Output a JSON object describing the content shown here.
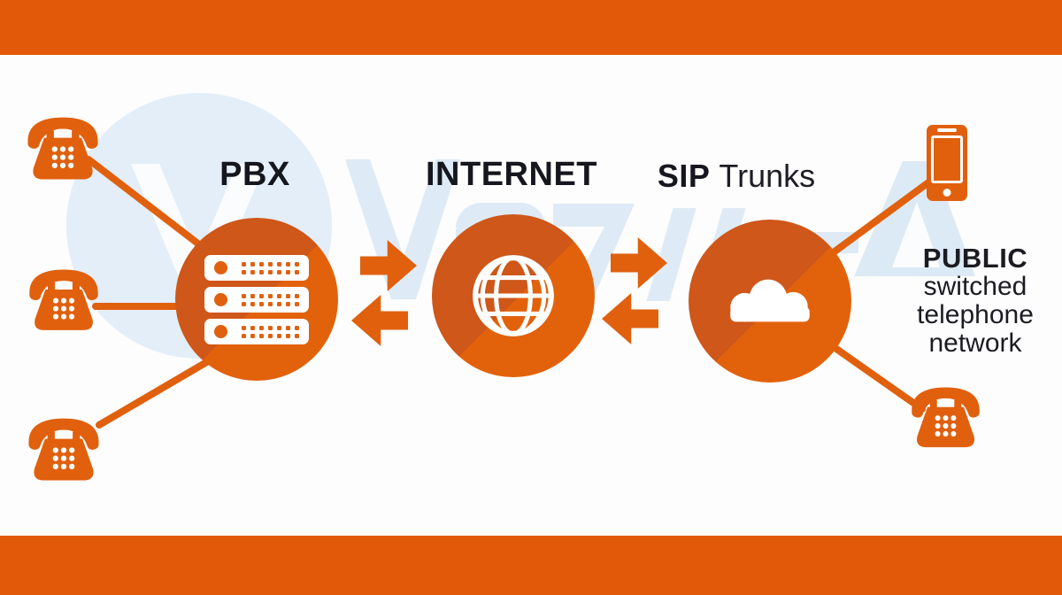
{
  "labels": {
    "pbx": "PBX",
    "internet": "INTERNET",
    "sip_bold": "SIP",
    "sip_light": "Trunks",
    "pstn_line1": "PUBLIC",
    "pstn_line2": "switched",
    "pstn_line3": "telephone",
    "pstn_line4": "network"
  },
  "diagram": {
    "nodes": [
      {
        "id": "pbx",
        "label": "PBX",
        "icon": "server-icon"
      },
      {
        "id": "internet",
        "label": "INTERNET",
        "icon": "globe-icon"
      },
      {
        "id": "sip-trunks",
        "label": "SIP Trunks",
        "icon": "cloud-icon"
      },
      {
        "id": "pstn",
        "label": "PUBLIC switched telephone network"
      }
    ],
    "endpoints": [
      {
        "id": "desk-phone-1",
        "icon": "desk-phone-icon",
        "connects_to": "pbx"
      },
      {
        "id": "desk-phone-2",
        "icon": "desk-phone-icon",
        "connects_to": "pbx"
      },
      {
        "id": "desk-phone-3",
        "icon": "desk-phone-icon",
        "connects_to": "pbx"
      },
      {
        "id": "smartphone",
        "icon": "smartphone-icon",
        "connects_to": "sip-trunks"
      },
      {
        "id": "desk-phone-4",
        "icon": "desk-phone-icon",
        "connects_to": "sip-trunks"
      }
    ],
    "flows": [
      "pbx → internet",
      "internet → pbx",
      "internet → sip-trunks",
      "sip-trunks → internet"
    ]
  },
  "colors": {
    "banner_orange": "#e25a09",
    "icon_orange": "#e0600e",
    "circle_light": "#e2620c",
    "circle_dark": "#ce5719",
    "text_dark": "#16161e",
    "watermark_blue": "#deebf6",
    "background": "#fdfdfd"
  }
}
